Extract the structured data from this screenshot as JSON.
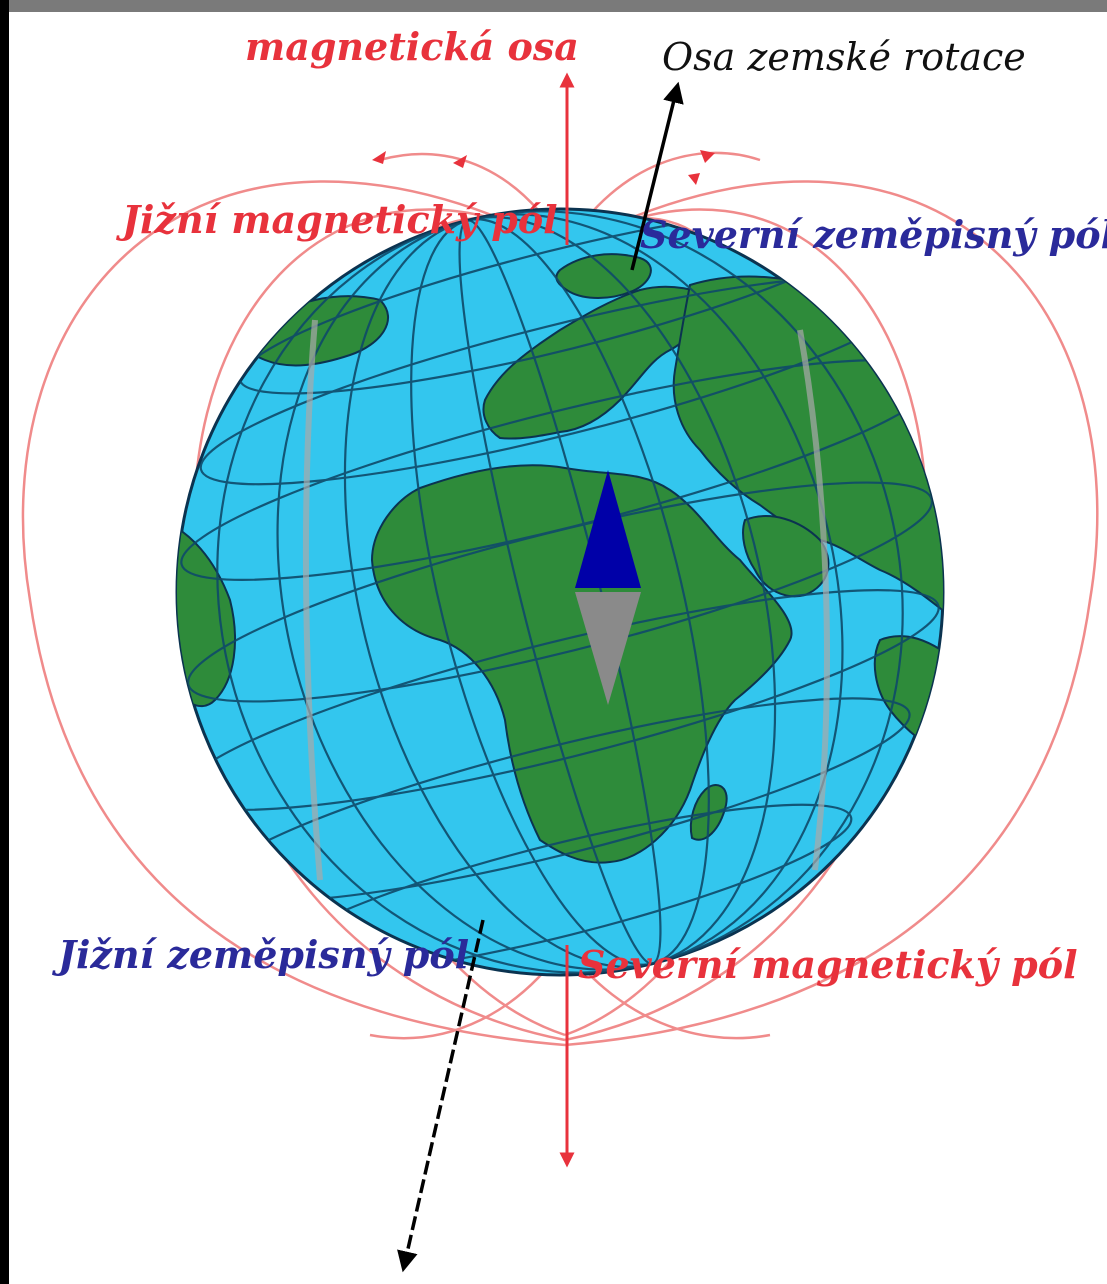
{
  "labels": {
    "magnetic_axis": "magnetická osa",
    "rotation_axis": "Osa zemské rotace",
    "south_magnetic_pole": "Jižní magnetický pól",
    "north_geographic_pole": "Severní zeměpisný pól",
    "south_geographic_pole": "Jižní zeměpisný pól",
    "north_magnetic_pole": "Severní magnetický pól"
  },
  "colors": {
    "magnetic": "#e8323c",
    "field_lines": "#f08b8b",
    "geographic_label": "#2a2a9a",
    "rotation_axis": "#000000",
    "ocean": "#33c6ee",
    "land": "#2e8b3a",
    "grid": "#0f4a6a",
    "compass_north": "#0000a8",
    "compass_south": "#8a8a8a",
    "frame": "#000000",
    "top_border": "#7a7a7a"
  },
  "icons": {
    "compass_needle": "compass-needle-icon",
    "globe": "earth-globe"
  }
}
